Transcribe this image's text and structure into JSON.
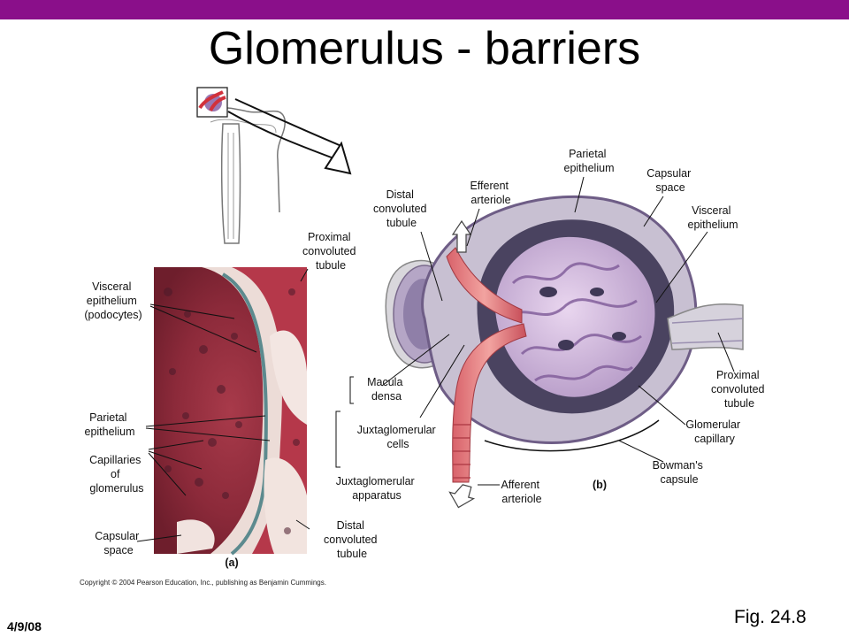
{
  "slide": {
    "title": "Glomerulus - barriers",
    "date": "4/9/08",
    "figure_ref": "Fig. 24.8"
  },
  "figure": {
    "copyright": "Copyright © 2004 Pearson Education, Inc., publishing as Benjamin Cummings.",
    "panel_a": {
      "tag": "(a)",
      "labels": {
        "proximal": [
          "Proximal",
          "convoluted",
          "tubule"
        ],
        "visceral": [
          "Visceral",
          "epithelium",
          "(podocytes)"
        ],
        "parietal": [
          "Parietal",
          "epithelium"
        ],
        "capillaries": [
          "Capillaries",
          "of",
          "glomerulus"
        ],
        "capsular": [
          "Capsular",
          "space"
        ],
        "distal": [
          "Distal",
          "convoluted",
          "tubule"
        ]
      }
    },
    "panel_b": {
      "tag": "(b)",
      "labels": {
        "parietal": [
          "Parietal",
          "epithelium"
        ],
        "capsular": [
          "Capsular",
          "space"
        ],
        "efferent": [
          "Efferent",
          "arteriole"
        ],
        "distal": [
          "Distal",
          "convoluted",
          "tubule"
        ],
        "visceral": [
          "Visceral",
          "epithelium"
        ],
        "macula": [
          "Macula",
          "densa"
        ],
        "proximal": [
          "Proximal",
          "convoluted",
          "tubule"
        ],
        "jg_cells": [
          "Juxtaglomerular",
          "cells"
        ],
        "glom_cap": [
          "Glomerular",
          "capillary"
        ],
        "jg_apparatus": [
          "Juxtaglomerular",
          "apparatus"
        ],
        "bowmans": [
          "Bowman's",
          "capsule"
        ],
        "afferent": [
          "Afferent",
          "arteriole"
        ]
      }
    }
  }
}
